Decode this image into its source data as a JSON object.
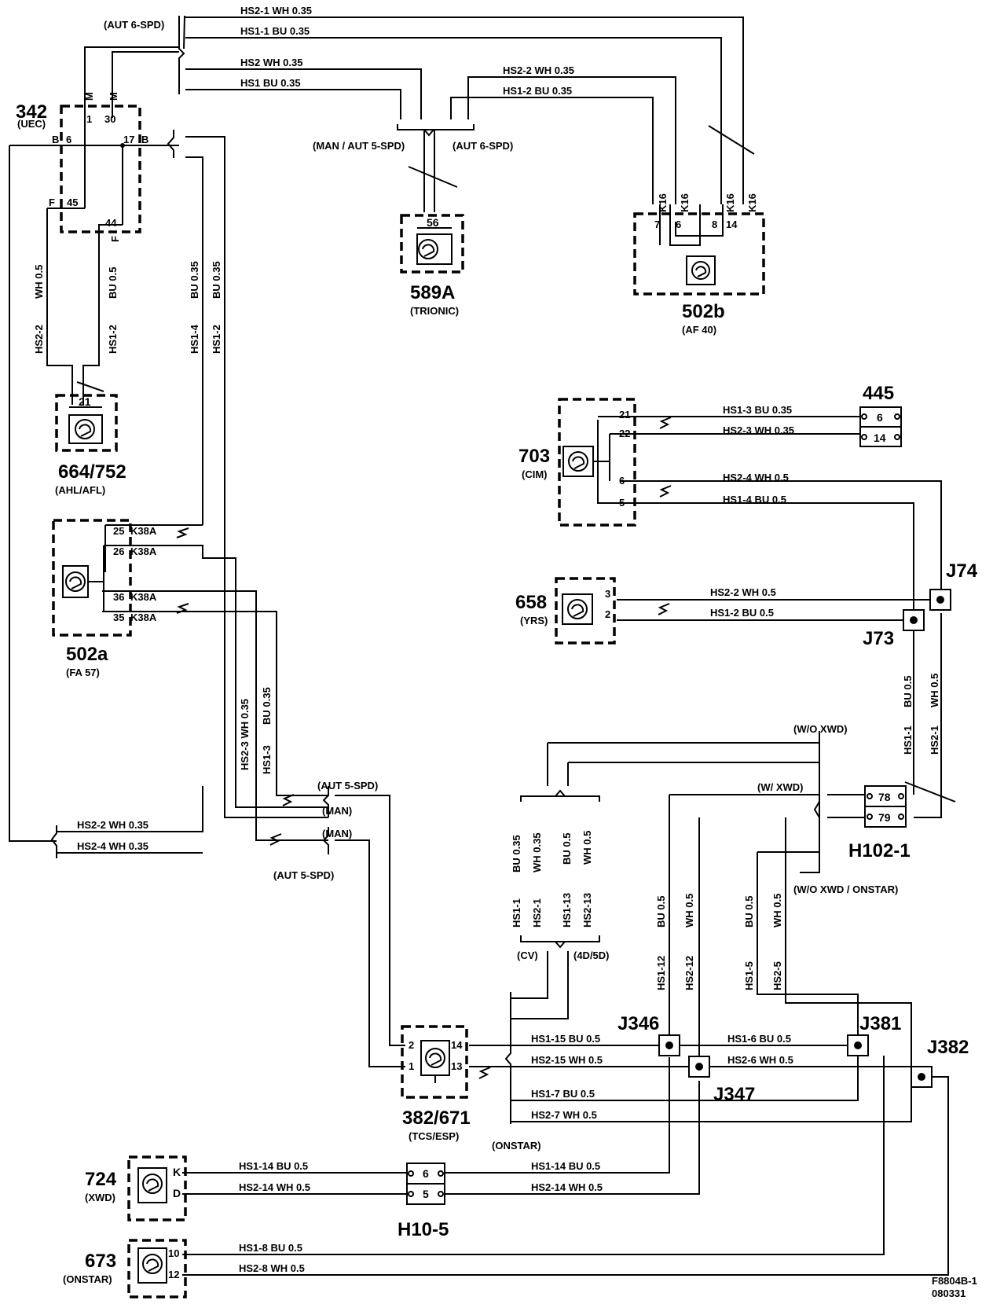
{
  "components": {
    "c342": {
      "id": "342",
      "sub": "(UEC)"
    },
    "c589a": {
      "id": "589A",
      "sub": "(TRIONIC)"
    },
    "c502b": {
      "id": "502b",
      "sub": "(AF 40)"
    },
    "c664": {
      "id": "664/752",
      "sub": "(AHL/AFL)"
    },
    "c502a": {
      "id": "502a",
      "sub": "(FA 57)"
    },
    "c445": {
      "id": "445"
    },
    "c703": {
      "id": "703",
      "sub": "(CIM)"
    },
    "c658": {
      "id": "658",
      "sub": "(YRS)"
    },
    "c382": {
      "id": "382/671",
      "sub": "(TCS/ESP)"
    },
    "c724": {
      "id": "724",
      "sub": "(XWD)"
    },
    "c673": {
      "id": "673",
      "sub": "(ONSTAR)"
    },
    "h1021": {
      "id": "H102-1"
    },
    "h105": {
      "id": "H10-5"
    }
  },
  "junctions": {
    "j74": "J74",
    "j73": "J73",
    "j346": "J346",
    "j347": "J347",
    "j381": "J381",
    "j382": "J382"
  },
  "pins": {
    "p342_b": "B",
    "p342_6": "6",
    "p342_m1": "M",
    "p342_1": "1",
    "p342_m2": "M",
    "p342_30": "30",
    "p342_17": "17",
    "p342_b2": "B",
    "p342_f": "F",
    "p342_45": "45",
    "p342_44": "44",
    "p342_f2": "F",
    "p589": "56",
    "p502b_7": "7",
    "p502b_6": "6",
    "p502b_8": "8",
    "p502b_14": "14",
    "k16": "K16",
    "p664": "21",
    "p502a_25": "25",
    "p502a_26": "26",
    "p502a_36": "36",
    "p502a_35": "35",
    "k38a": "K38A",
    "p703_21": "21",
    "p703_22": "22",
    "p703_6": "6",
    "p703_5": "5",
    "p445_6": "6",
    "p445_14": "14",
    "p658_3": "3",
    "p658_2": "2",
    "p382_2": "2",
    "p382_1": "1",
    "p382_14": "14",
    "p382_13": "13",
    "h78": "78",
    "h79": "79",
    "h10_6": "6",
    "h10_5": "5",
    "p724_k": "K",
    "p724_d": "D",
    "p673_10": "10",
    "p673_12": "12"
  },
  "wires": {
    "top_hs21": "HS2-1   WH  0.35",
    "top_hs11": "HS1-1   BU   0.35",
    "top_hs2": "HS2  WH   0.35",
    "top_hs1": "HS1  BU  0.35",
    "b_hs22": "HS2-2    WH   0.35",
    "b_hs12": "HS1-2    BU    0.35",
    "v_hs22": "HS2-2",
    "v_wh05": "WH   0.5",
    "v_hs12": "HS1-2",
    "v_bu05": "BU   0.5",
    "v_hs14": "HS1-4",
    "v_bu035": "BU   0.35",
    "v_hs12b": "HS1-2",
    "v_bu035b": "BU   0.35",
    "v_hs23wh": "HS2-3 WH   0.35",
    "v_hs13": "HS1-3",
    "v_bu035c": "BU   0.35",
    "l_hs22": "HS2-2      WH  0.35",
    "l_hs24": "HS2-4      WH   0.35",
    "c_hs13": "HS1-3  BU  0.35",
    "c_hs23": "HS2-3  WH       0.35",
    "c_hs24": "HS2-4  WH     0.5",
    "c_hs14": "HS1-4  BU      0.5",
    "y_hs22": "HS2-2      WH  0.5",
    "y_hs12": "HS1-2      BU    0.5",
    "r_hs11": "HS1-1",
    "r_bu05": "BU   0.5",
    "r_hs21": "HS2-1",
    "r_wh05": "WH   0.5",
    "g_hs11": "HS1-1",
    "g_bu035": "BU   0.35",
    "g_hs21": "HS2-1",
    "g_wh035": "WH   0.35",
    "g_hs113": "HS1-13",
    "g_bu05": "BU   0.5",
    "g_hs213": "HS2-13",
    "g_wh05": "WH   0.5",
    "m_hs112": "HS1-12",
    "m_bu05": "BU   0.5",
    "m_hs212": "HS2-12",
    "m_wh05": "WH   0.5",
    "m_hs15": "HS1-5",
    "m_bu05b": "BU   0.5",
    "m_hs25": "HS2-5",
    "m_wh05b": "WH   0.5",
    "t_hs115": "HS1-15   BU   0.5",
    "t_hs215": "HS2-15   WH   0.5",
    "t_hs16": "HS1-6     BU    0.5",
    "t_hs26": "HS2-6     WH  0.5",
    "t_hs17": "HS1-7       BU    0.5",
    "t_hs27": "HS2-7       WH   0.5",
    "x_hs114": "HS1-14    BU  0.5",
    "x_hs214": "HS2-14    WH  0.5",
    "x_hs114b": "HS1-14    BU  0.5",
    "x_hs214b": "HS2-14    WH  0.5",
    "o_hs18": "HS1-8      BU  0.5",
    "o_hs28": "HS2-8      WH  0.5"
  },
  "variants": {
    "aut6_top": "(AUT 6-SPD)",
    "man_aut5": "(MAN / AUT 5-SPD)",
    "aut6_mid": "(AUT 6-SPD)",
    "aut5_a": "(AUT 5-SPD)",
    "man_a": "(MAN)",
    "man_b": "(MAN)",
    "aut5_b": "(AUT 5-SPD)",
    "wo_xwd": "(W/O XWD)",
    "w_xwd": "(W/ XWD)",
    "wo_xwd_onstar": "(W/O XWD / ONSTAR)",
    "cv": "(CV)",
    "d45": "(4D/5D)",
    "onstar": "(ONSTAR)"
  },
  "footer": {
    "code": "F8804B-1",
    "date": "080331"
  }
}
